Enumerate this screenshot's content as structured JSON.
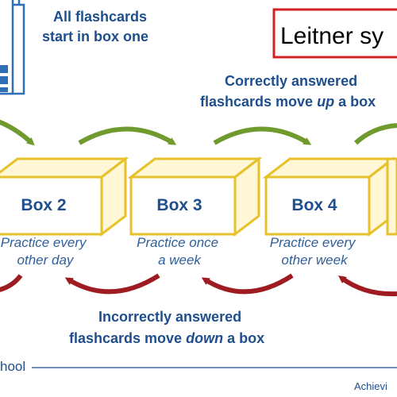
{
  "title": "Leitner sy",
  "start_note": {
    "line1": "All flashcards",
    "line2": "start in box one"
  },
  "top_note": {
    "line1": "Correctly answered",
    "line2_pre": "flashcards move ",
    "line2_em": "up",
    "line2_post": " a box"
  },
  "bottom_note": {
    "line1": "Incorrectly answered",
    "line2_pre": "flashcards move ",
    "line2_em": "down",
    "line2_post": " a box"
  },
  "boxes": [
    {
      "label": "Box 2",
      "line1": "Practice every",
      "line2": "other day"
    },
    {
      "label": "Box 3",
      "line1": "Practice once",
      "line2": "a week"
    },
    {
      "label": "Box 4",
      "line1": "Practice every",
      "line2": "other week"
    }
  ],
  "footer": {
    "left": "hool",
    "right": "Achievi"
  },
  "colors": {
    "box_stroke": "#e6c12a",
    "text_blue": "#1f4e8c",
    "arrow_green": "#6f9a2e",
    "arrow_red": "#9e1b22",
    "title_border": "#d32027"
  }
}
